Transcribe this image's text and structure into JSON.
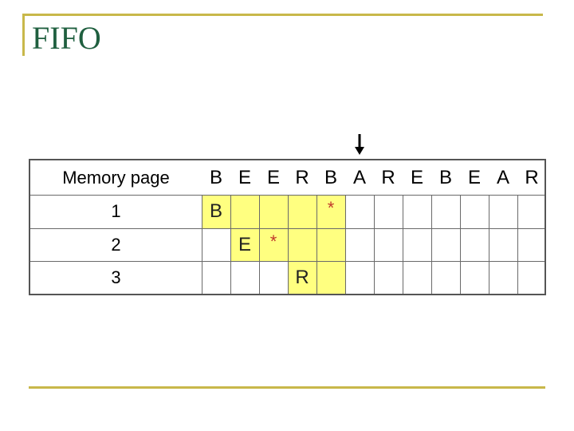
{
  "title": "FIFO",
  "table": {
    "header_label": "Memory page",
    "sequence": [
      "B",
      "E",
      "E",
      "R",
      "B",
      "A",
      "R",
      "E",
      "B",
      "E",
      "A",
      "R"
    ],
    "rows": [
      {
        "label": "1"
      },
      {
        "label": "2"
      },
      {
        "label": "3"
      }
    ],
    "cells": {
      "r1_c1": "B",
      "r1_c5": "*",
      "r2_c2": "E",
      "r2_c3": "*",
      "r3_c4": "R"
    }
  },
  "colors": {
    "accent": "#c8b84a",
    "title": "#1f5f3f",
    "highlight": "#ffff80",
    "star": "#c0392b"
  },
  "icons": {
    "pointer": "down-arrow-icon"
  }
}
